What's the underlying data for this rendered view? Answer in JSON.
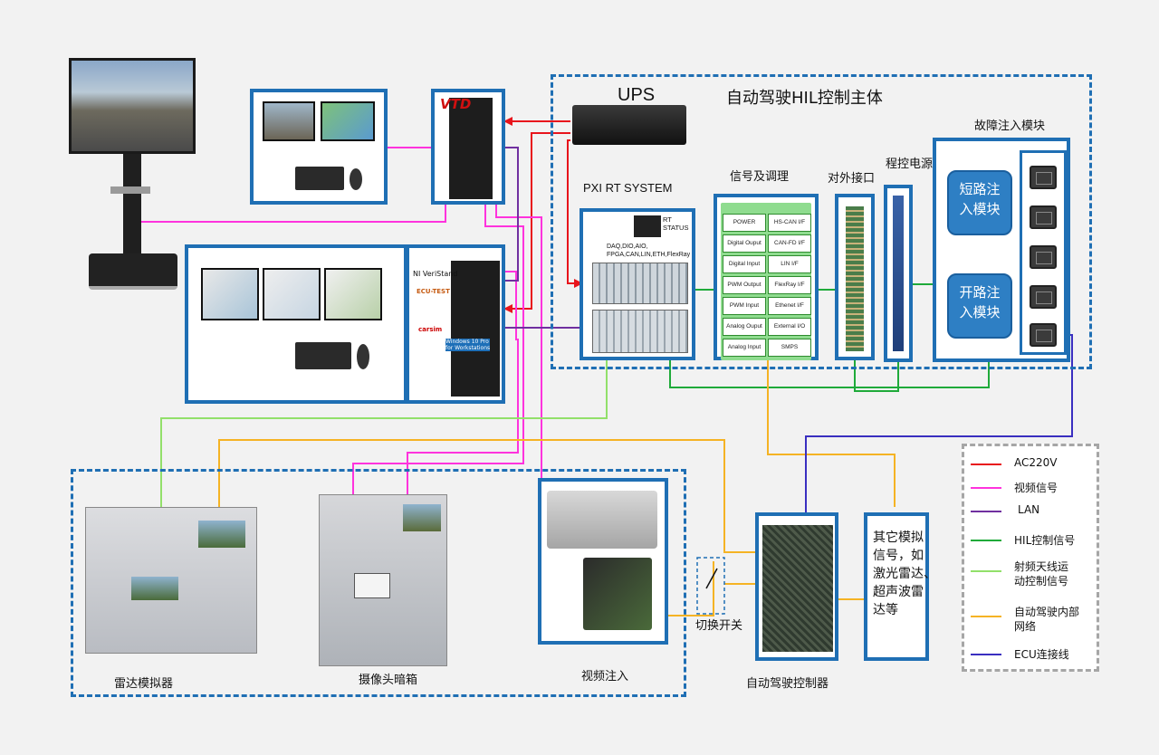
{
  "title": "自动驾驶HIL控制主体",
  "ups_label": "UPS",
  "pxi": {
    "label": "PXI RT SYSTEM",
    "status_label": "RT\nSTATUS",
    "io_label": "DAQ,DIO,AIO,\nFPGA,CAN,LIN,ETH,FlexRay"
  },
  "signal_conditioning": {
    "title": "信号及调理",
    "rows": [
      [
        "POWER",
        "HS-CAN I/F"
      ],
      [
        "Digital Ouput",
        "CAN-FD I/F"
      ],
      [
        "Digital Input",
        "LIN I/F"
      ],
      [
        "PWM Output",
        "FlexRay I/F"
      ],
      [
        "PWM Input",
        "Ethenet I/F"
      ],
      [
        "Analog Ouput",
        "External I/O"
      ],
      [
        "Analog Input",
        "SMPS"
      ]
    ]
  },
  "external_interface_label": "对外接口",
  "prog_power_label": "程控电源",
  "fault_injection": {
    "title": "故障注入模块",
    "short_module": "短路注\n入模块",
    "open_module": "开路注\n入模块"
  },
  "workstation_top": {
    "logo": "VTD"
  },
  "workstation_mid": {
    "logos": [
      "NI VeriStand",
      "ECU-TEST",
      "carsim",
      "Windows 10 Pro\nfor Workstations"
    ]
  },
  "lower_blocks": {
    "radar_label": "雷达模拟器",
    "camera_label": "摄像头暗箱",
    "video_inject_label": "视频注入",
    "switch_label": "切换开关",
    "controller_label": "自动驾驶控制器",
    "other_signals": "其它模拟\n信号，如\n激光雷达、\n超声波雷\n达等"
  },
  "legend": [
    {
      "label": "AC220V",
      "color": "#e8141c"
    },
    {
      "label": "视频信号",
      "color": "#ff33dd"
    },
    {
      "label": "LAN",
      "color": "#7030a0"
    },
    {
      "label": "HIL控制信号",
      "color": "#1faa3a"
    },
    {
      "label": "射频天线运\n动控制信号",
      "color": "#92e06a"
    },
    {
      "label": "自动驾驶内部\n网络",
      "color": "#f5b324"
    },
    {
      "label": "ECU连接线",
      "color": "#3a2fc0"
    }
  ]
}
